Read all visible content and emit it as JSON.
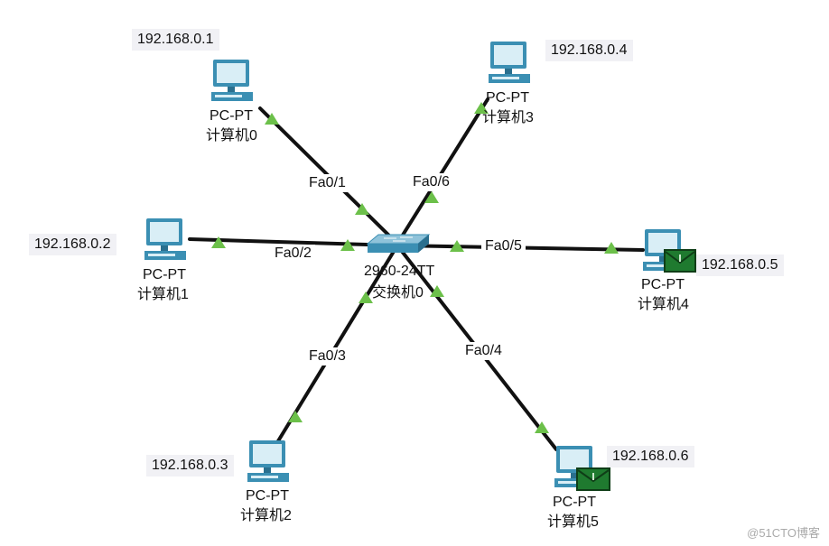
{
  "switch": {
    "model": "2960-24TT",
    "name": "交换机0"
  },
  "pcs": [
    {
      "type": "PC-PT",
      "name": "计算机0",
      "ip": "192.168.0.1",
      "port": "Fa0/1"
    },
    {
      "type": "PC-PT",
      "name": "计算机1",
      "ip": "192.168.0.2",
      "port": "Fa0/2"
    },
    {
      "type": "PC-PT",
      "name": "计算机2",
      "ip": "192.168.0.3",
      "port": "Fa0/3"
    },
    {
      "type": "PC-PT",
      "name": "计算机3",
      "ip": "192.168.0.4",
      "port": "Fa0/6"
    },
    {
      "type": "PC-PT",
      "name": "计算机4",
      "ip": "192.168.0.5",
      "port": "Fa0/5"
    },
    {
      "type": "PC-PT",
      "name": "计算机5",
      "ip": "192.168.0.6",
      "port": "Fa0/4"
    }
  ],
  "colors": {
    "link": "#111111",
    "link_up": "#6cc04a",
    "envelope": "#1f7a2f",
    "switch": "#3b8fb3"
  },
  "watermark": "@51CTO博客"
}
